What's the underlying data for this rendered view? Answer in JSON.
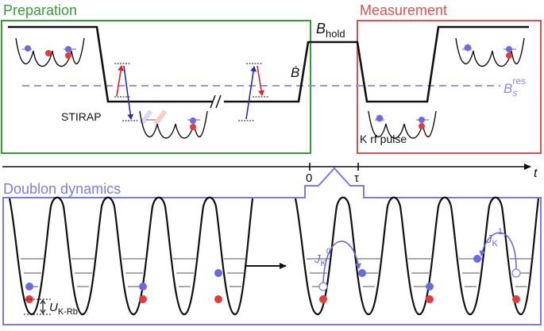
{
  "panels": {
    "preparation": {
      "title": "Preparation",
      "color": "#3a9a3a"
    },
    "measurement": {
      "title": "Measurement",
      "color": "#e05050"
    },
    "doublon": {
      "title": "Doublon dynamics",
      "color": "#7b7be8"
    }
  },
  "labels": {
    "stirap": "STIRAP",
    "k_rf_pulse": "K rf pulse",
    "b_dot": "Ḃ",
    "b_hold_main": "B",
    "b_hold_sub": "hold",
    "bs_main": "B",
    "bs_sub": "s",
    "bs_sup": "res",
    "time_axis": "t",
    "tick_zero": "0",
    "tick_tau": "τ",
    "u_main": "U",
    "u_sub": "K-Rb",
    "jk0_main": "J",
    "jk0_sub": "K",
    "jk0_sup": "0",
    "jk1_main": "J",
    "jk1_sub": "K",
    "jk1_sup": "1"
  },
  "colors": {
    "red_atom": "#e83a3a",
    "blue_atom": "#6a6ae6",
    "resonance_line": "#8a8ae8",
    "arrow_blue": "#2a2ab0",
    "arrow_red": "#e02020"
  }
}
